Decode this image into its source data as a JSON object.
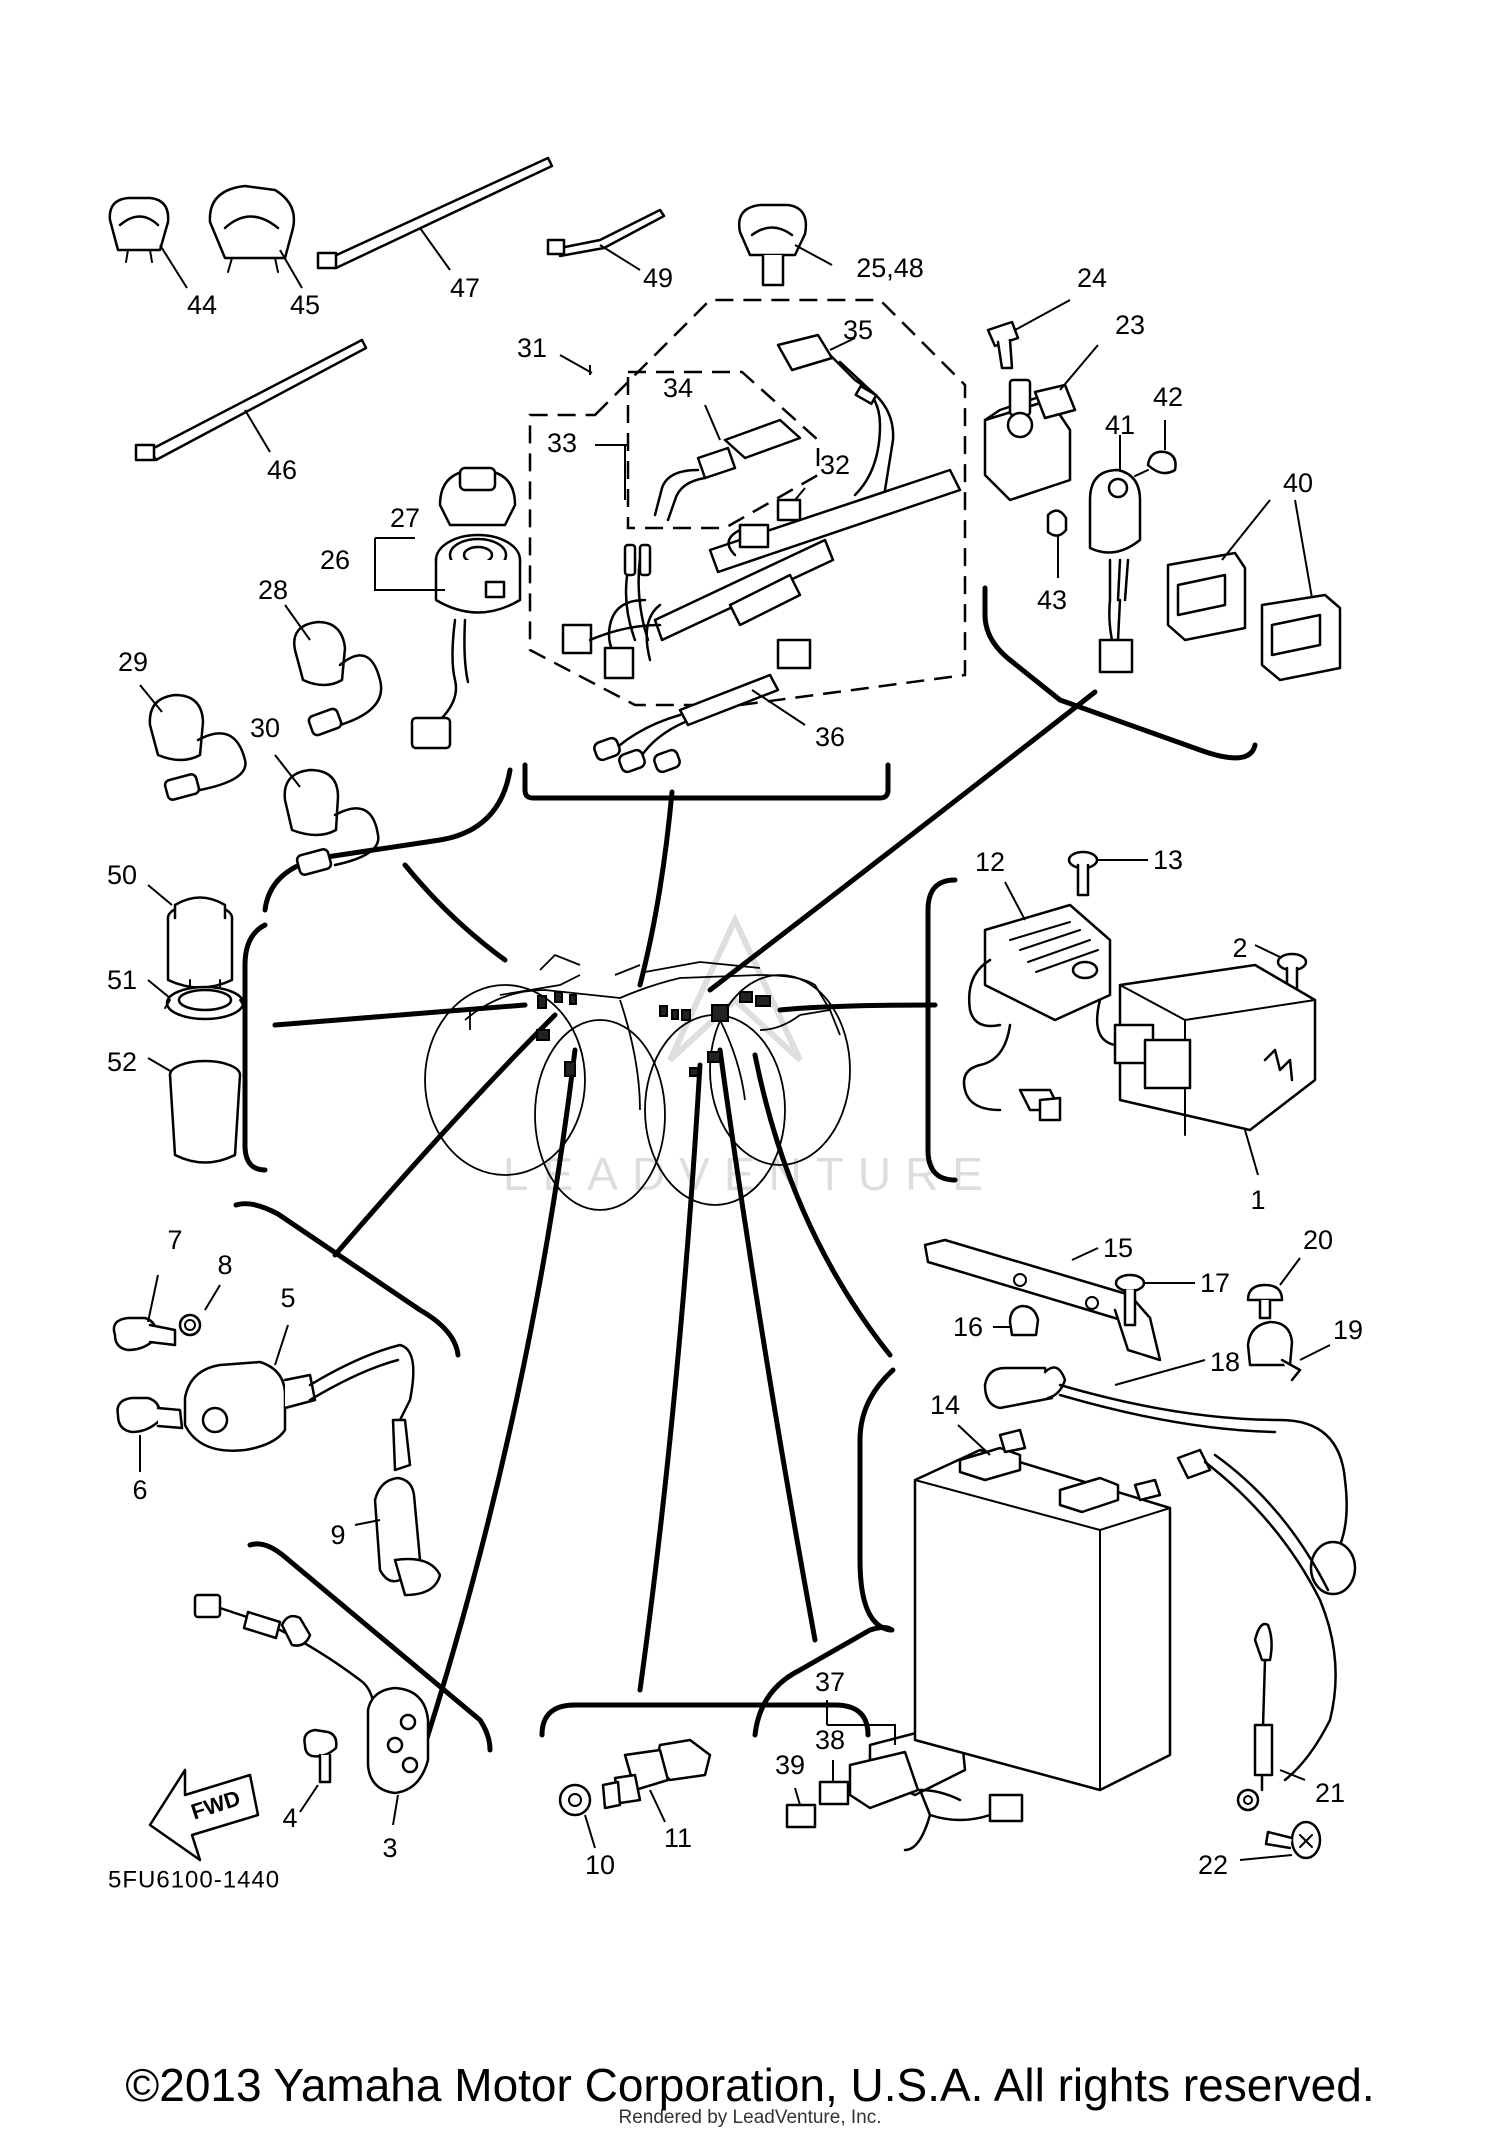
{
  "diagram": {
    "part_code": "5FU6100-1440",
    "fwd_label": "FWD",
    "watermark": "LEADVENTURE",
    "callouts": {
      "c1": "1",
      "c2": "2",
      "c3": "3",
      "c4": "4",
      "c5": "5",
      "c6": "6",
      "c7": "7",
      "c8": "8",
      "c9": "9",
      "c10": "10",
      "c11": "11",
      "c12": "12",
      "c13": "13",
      "c14": "14",
      "c15": "15",
      "c16": "16",
      "c17": "17",
      "c18": "18",
      "c19": "19",
      "c20": "20",
      "c21": "21",
      "c22": "22",
      "c23": "23",
      "c24": "24",
      "c25_48": "25,48",
      "c26": "26",
      "c27": "27",
      "c28": "28",
      "c29": "29",
      "c30": "30",
      "c31": "31",
      "c32": "32",
      "c33": "33",
      "c34": "34",
      "c35": "35",
      "c36": "36",
      "c37": "37",
      "c38": "38",
      "c39": "39",
      "c40": "40",
      "c41": "41",
      "c42": "42",
      "c43": "43",
      "c44": "44",
      "c45": "45",
      "c46": "46",
      "c47": "47",
      "c49": "49",
      "c50": "50",
      "c51": "51",
      "c52": "52"
    }
  },
  "footer": {
    "copyright": "©2013 Yamaha Motor Corporation, U.S.A. All rights reserved.",
    "rendered_by": "Rendered by LeadVenture, Inc."
  }
}
